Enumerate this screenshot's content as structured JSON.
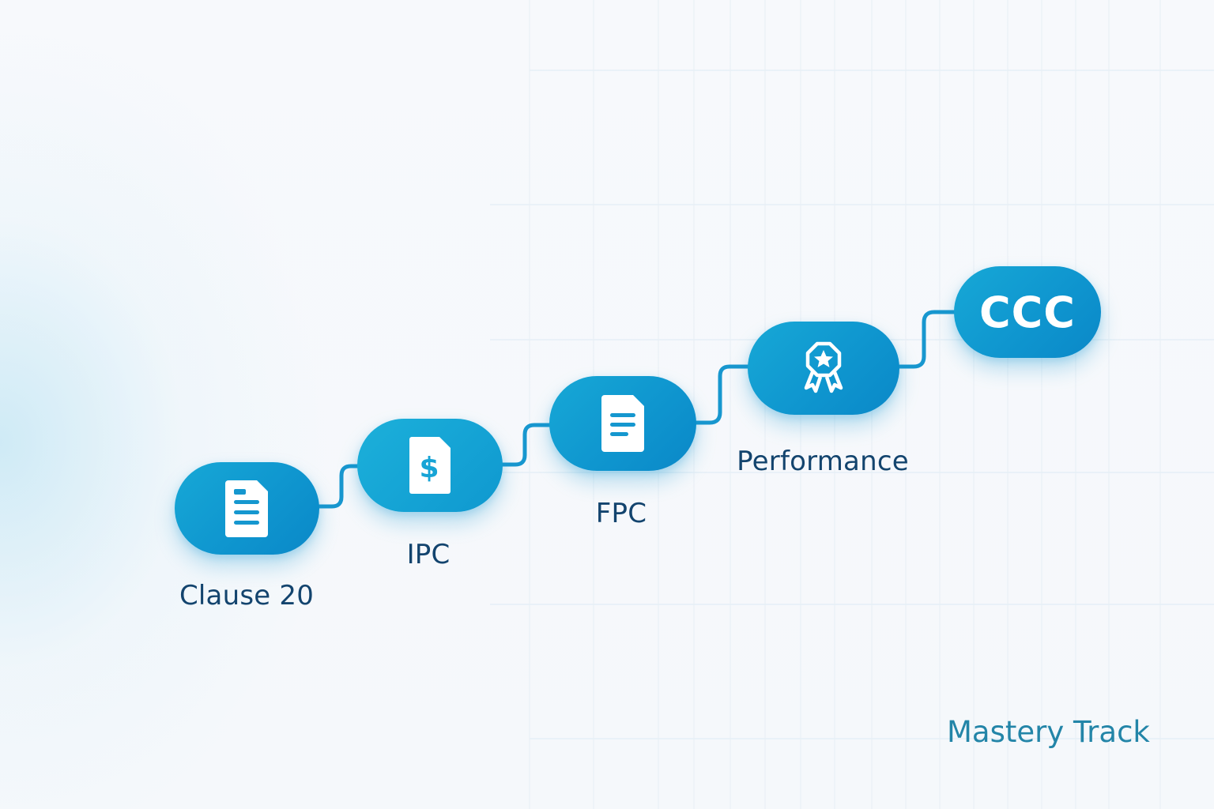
{
  "diagram": {
    "type": "progress-track",
    "stages": [
      {
        "id": "clause20",
        "label": "Clause 20",
        "icon": "document-icon"
      },
      {
        "id": "ipc",
        "label": "IPC",
        "icon": "invoice-dollar-icon"
      },
      {
        "id": "fpc",
        "label": "FPC",
        "icon": "document-lines-icon"
      },
      {
        "id": "performance",
        "label": "Performance",
        "icon": "award-ribbon-icon"
      },
      {
        "id": "ccc",
        "label": "CCC",
        "icon": ""
      }
    ],
    "connectors": [
      {
        "from": "clause20",
        "to": "ipc"
      },
      {
        "from": "ipc",
        "to": "fpc"
      },
      {
        "from": "fpc",
        "to": "performance"
      },
      {
        "from": "performance",
        "to": "ccc"
      }
    ]
  },
  "brand": {
    "name": "Mastery Track"
  },
  "colors": {
    "node_fill": "#0f96cf",
    "connector": "#1897cf",
    "label_text": "#13446e",
    "brand_text": "#2385a8",
    "background": "#f6f9fc"
  }
}
